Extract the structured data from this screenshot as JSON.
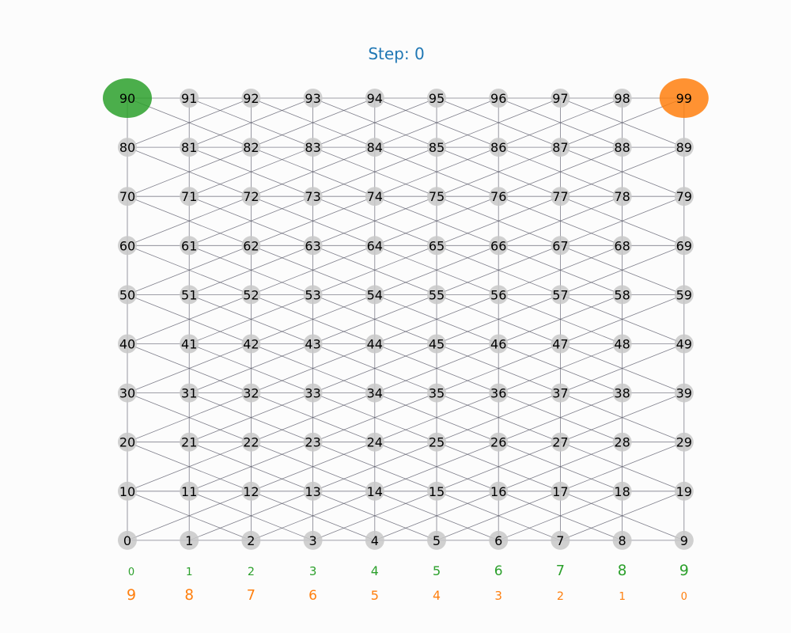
{
  "title": {
    "label": "Step: 0",
    "color": "#1f77b4"
  },
  "grid": {
    "rows": 10,
    "cols": 10,
    "node_labels": [
      [
        "90",
        "91",
        "92",
        "93",
        "94",
        "95",
        "96",
        "97",
        "98",
        "99"
      ],
      [
        "80",
        "81",
        "82",
        "83",
        "84",
        "85",
        "86",
        "87",
        "88",
        "89"
      ],
      [
        "70",
        "71",
        "72",
        "73",
        "74",
        "75",
        "76",
        "77",
        "78",
        "79"
      ],
      [
        "60",
        "61",
        "62",
        "63",
        "64",
        "65",
        "66",
        "67",
        "68",
        "69"
      ],
      [
        "50",
        "51",
        "52",
        "53",
        "54",
        "55",
        "56",
        "57",
        "58",
        "59"
      ],
      [
        "40",
        "41",
        "42",
        "43",
        "44",
        "45",
        "46",
        "47",
        "48",
        "49"
      ],
      [
        "30",
        "31",
        "32",
        "33",
        "34",
        "35",
        "36",
        "37",
        "38",
        "39"
      ],
      [
        "20",
        "21",
        "22",
        "23",
        "24",
        "25",
        "26",
        "27",
        "28",
        "29"
      ],
      [
        "10",
        "11",
        "12",
        "13",
        "14",
        "15",
        "16",
        "17",
        "18",
        "19"
      ],
      [
        "0",
        "1",
        "2",
        "3",
        "4",
        "5",
        "6",
        "7",
        "8",
        "9"
      ]
    ],
    "node_color": "#c8c8c8",
    "edge_color": "#555566",
    "highlighted": [
      {
        "node": "90",
        "color": "#2ca02c"
      },
      {
        "node": "99",
        "color": "#ff7f0e"
      }
    ]
  },
  "green_labels": {
    "values": [
      "0",
      "1",
      "2",
      "3",
      "4",
      "5",
      "6",
      "7",
      "8",
      "9"
    ],
    "color": "#2ca02c"
  },
  "orange_labels": {
    "values": [
      "9",
      "8",
      "7",
      "6",
      "5",
      "4",
      "3",
      "2",
      "1",
      "0"
    ],
    "color": "#ff7f0e"
  }
}
